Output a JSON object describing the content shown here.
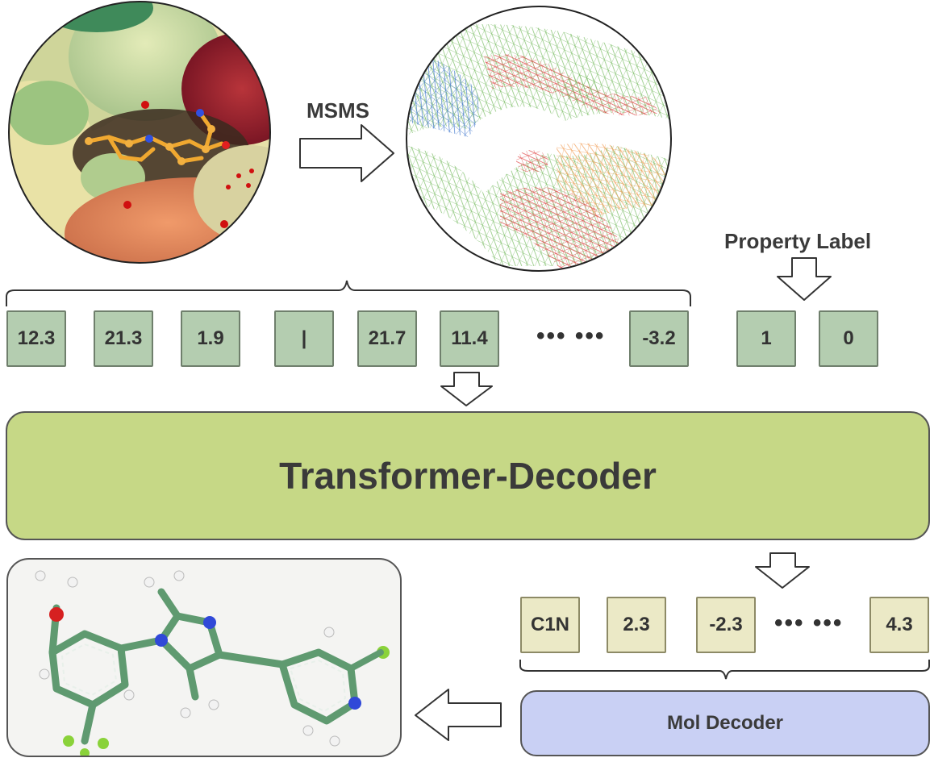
{
  "labels": {
    "msms": "MSMS",
    "property_label": "Property Label",
    "transformer": "Transformer-Decoder",
    "mol_decoder": "Mol Decoder",
    "ellipsis": "••• •••"
  },
  "input_tokens": [
    "12.3",
    "21.3",
    "1.9",
    "|",
    "21.7",
    "11.4",
    "-3.2"
  ],
  "property_tokens": [
    "1",
    "0"
  ],
  "output_tokens": [
    "C1N",
    "2.3",
    "-2.3",
    "4.3"
  ],
  "colors": {
    "token_green": "#b4cdb0",
    "token_cream": "#ebe9c6",
    "transformer_fill": "#c6d886",
    "mol_decoder_fill": "#c9d0f4"
  },
  "icons": [
    "pocket-surface-image",
    "mesh-surface-image",
    "molecule-image",
    "arrow-right-icon",
    "arrow-down-icon",
    "arrow-left-icon",
    "curly-brace"
  ]
}
